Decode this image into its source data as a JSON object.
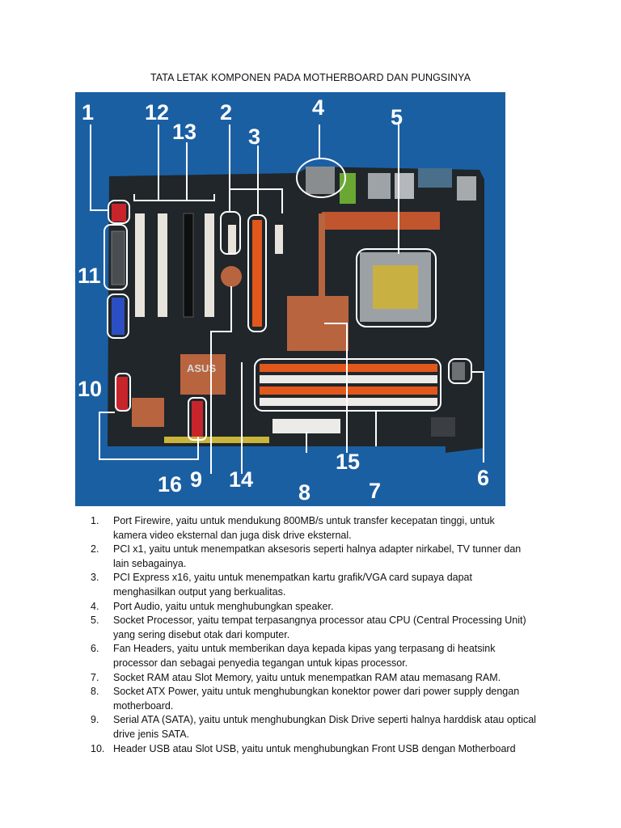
{
  "title": "TATA LETAK KOMPONEN PADA MOTHERBOARD DAN PUNGSINYA",
  "figure": {
    "callouts": [
      "1",
      "2",
      "3",
      "4",
      "5",
      "6",
      "7",
      "8",
      "9",
      "10",
      "11",
      "12",
      "13",
      "14",
      "15",
      "16"
    ],
    "board_brand": "ASUS",
    "colors": {
      "background": "#1b5fa3",
      "board": "#20262a",
      "slot_orange": "#e2571c",
      "heatsink_copper": "#b8643f",
      "callout_line": "#ffffff"
    }
  },
  "items": [
    {
      "num": "1.",
      "line1": "Port Firewire, yaitu untuk mendukung 800MB/s untuk transfer kecepatan tinggi, untuk",
      "line2": "kamera video eksternal dan juga disk drive eksternal."
    },
    {
      "num": "2.",
      "line1": "PCI x1, yaitu untuk menempatkan aksesoris seperti halnya adapter nirkabel, TV tunner dan",
      "line2": "lain sebagainya."
    },
    {
      "num": "3.",
      "line1": "PCI Express x16, yaitu untuk menempatkan kartu grafik/VGA card supaya dapat",
      "line2": "menghasilkan output yang berkualitas."
    },
    {
      "num": "4.",
      "line1": "Port Audio, yaitu untuk menghubungkan speaker.",
      "line2": ""
    },
    {
      "num": "5.",
      "line1": "Socket Processor, yaitu tempat terpasangnya processor atau CPU (Central Processing Unit)",
      "line2": "yang sering disebut otak dari komputer."
    },
    {
      "num": "6.",
      "line1": "Fan Headers, yaitu untuk memberikan daya kepada kipas yang terpasang di heatsink",
      "line2": "processor dan sebagai penyedia tegangan untuk kipas processor."
    },
    {
      "num": "7.",
      "line1": "Socket RAM atau Slot Memory, yaitu untuk menempatkan RAM atau memasang RAM.",
      "line2": ""
    },
    {
      "num": "8.",
      "line1": "Socket ATX Power, yaitu untuk menghubungkan konektor power dari power supply dengan",
      "line2": "motherboard."
    },
    {
      "num": "9.",
      "line1": "Serial ATA (SATA), yaitu untuk menghubungkan Disk Drive seperti halnya harddisk atau optical",
      "line2": "drive jenis SATA."
    },
    {
      "num": "10.",
      "line1": "Header USB atau Slot USB, yaitu untuk menghubungkan Front USB dengan Motherboard",
      "line2": ""
    }
  ]
}
